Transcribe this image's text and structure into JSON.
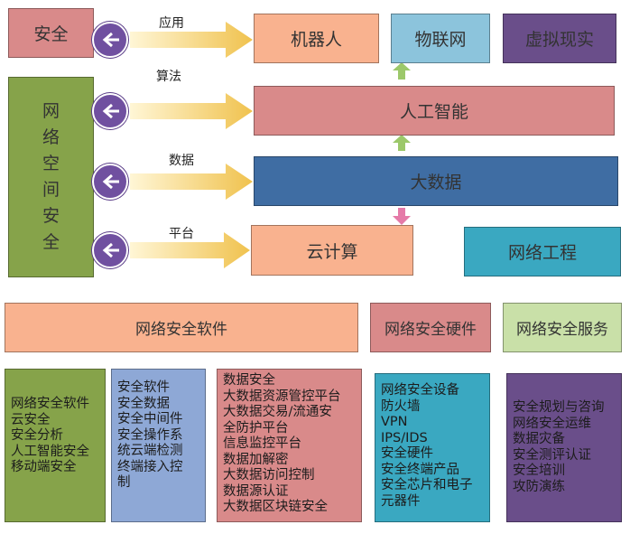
{
  "top": {
    "anquan": "安全",
    "cyberspace_chars": [
      "网",
      "络",
      "空",
      "间",
      "安",
      "全"
    ],
    "robot": "机器人",
    "iot": "物联网",
    "vr": "虚拟现实",
    "ai": "人工智能",
    "bigdata": "大数据",
    "cloud": "云计算",
    "netengineering": "网络工程"
  },
  "arrows": {
    "labels": [
      "应用",
      "算法",
      "数据",
      "平台"
    ]
  },
  "categories": {
    "software": "网络安全软件",
    "hardware": "网络安全硬件",
    "service": "网络安全服务"
  },
  "lists": {
    "col1": [
      "网络安全软件",
      "云安全",
      "安全分析",
      "人工智能安全",
      "移动端安全"
    ],
    "col2": [
      "安全软件",
      "安全数据",
      "安全中间件",
      "安全操作系",
      "统云端检测",
      "终端接入控",
      "制"
    ],
    "col3": [
      "数据安全",
      "大数据资源管控平台",
      "大数据交易/流通安",
      "全防护平台",
      "信息监控平台",
      "数据加解密",
      "大数据访问控制",
      "数据源认证",
      "大数据区块链安全"
    ],
    "col4": [
      "网络安全设备",
      "防火墙",
      "VPN",
      "IPS/IDS",
      "安全硬件",
      "安全终端产品",
      "安全芯片和电子",
      "元器件"
    ],
    "col5": [
      "安全规划与咨询",
      "网络安全运维",
      "数据灾备",
      "安全测评认证",
      "安全培训",
      "攻防演练"
    ]
  },
  "colors": {
    "salmon": "#f9b28f",
    "rose": "#d98a8a",
    "olive": "#86a34a",
    "steelblue": "#3f6da3",
    "teal": "#3aa8c1",
    "lightblue": "#8cc4dc",
    "purple": "#6a4e8a",
    "lavender": "#8ea8d6",
    "green_light": "#c9e0a8",
    "arrow_yellow": "#f4c95d"
  }
}
